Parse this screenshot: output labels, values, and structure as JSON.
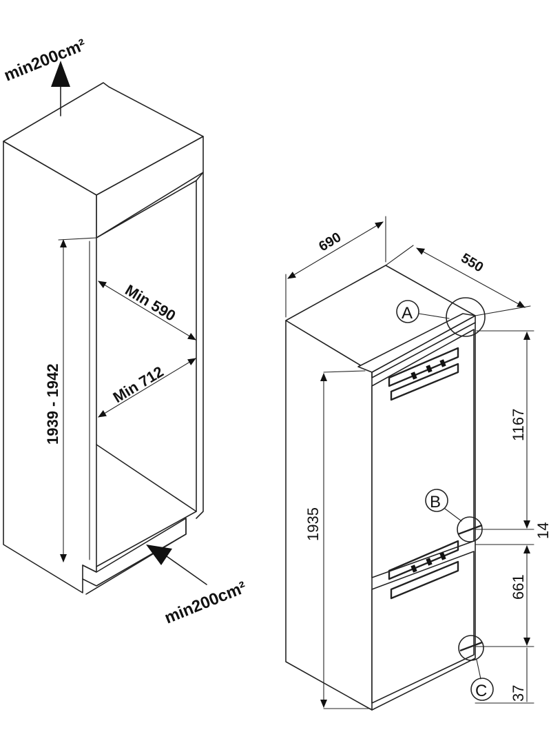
{
  "niche": {
    "vent_top": "min200cm²",
    "vent_bottom": "min200cm²",
    "height": "1939 - 1942",
    "depth": "Min 590",
    "width": "Min 712"
  },
  "appliance": {
    "width": "690",
    "depth": "550",
    "height": "1935",
    "dim_upper": "1167",
    "dim_gap": "14",
    "dim_lower": "661",
    "dim_bottom": "37",
    "callouts": [
      "A",
      "B",
      "C"
    ]
  }
}
